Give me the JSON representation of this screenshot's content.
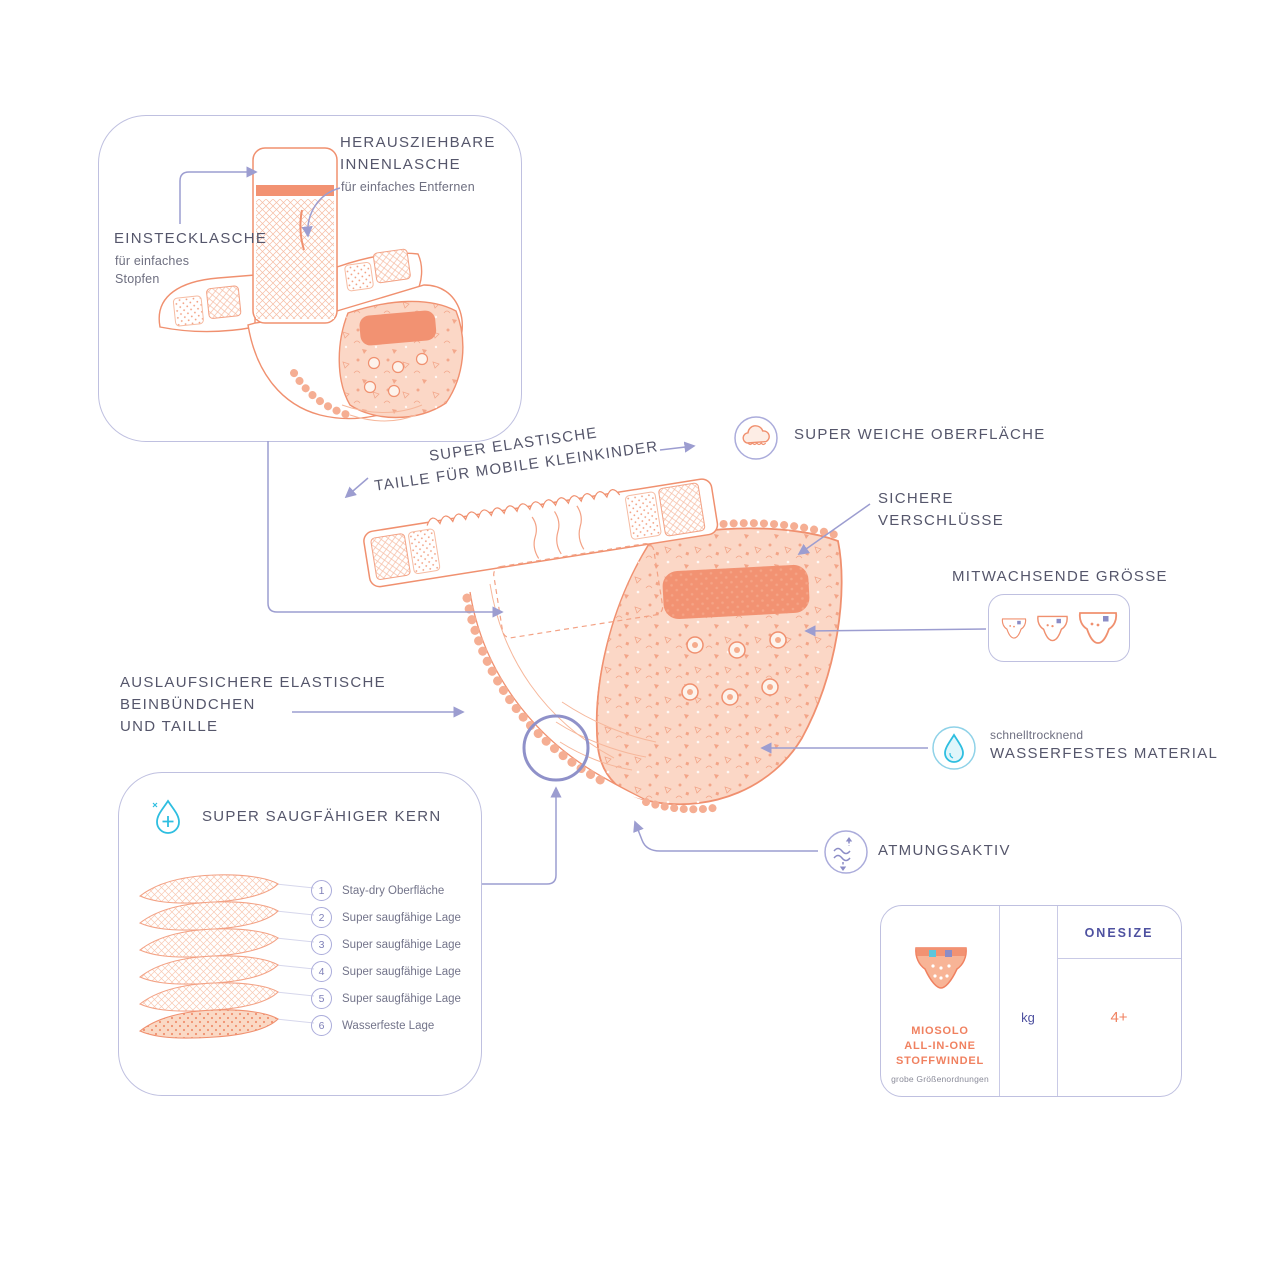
{
  "colors": {
    "coral": "#F0906F",
    "coral_dark": "#F08160",
    "coral_fill": "#FBD7C6",
    "lavender": "#9C9DD0",
    "lavender_light": "#BFC0E0",
    "indigo": "#4E51A0",
    "teal": "#2EBEE0",
    "text": "#55566B",
    "text_soft": "#6E6F80"
  },
  "insert_panel": {
    "pullout_title_line1": "HERAUSZIEHBARE",
    "pullout_title_line2": "INNENLASCHE",
    "pullout_subtitle": "für einfaches Entfernen",
    "tuck_title": "EINSTECKLASCHE",
    "tuck_subtitle_line1": "für einfaches",
    "tuck_subtitle_line2": "Stopfen"
  },
  "callouts": {
    "elastic_waist_line1": "SUPER ELASTISCHE",
    "elastic_waist_line2": "TAILLE FÜR MOBILE KLEINKINDER",
    "soft_surface": "SUPER WEICHE OBERFLÄCHE",
    "secure_closures_line1": "SICHERE",
    "secure_closures_line2": "VERSCHLÜSSE",
    "grow_size": "MITWACHSENDE GRÖSSE",
    "leakproof_line1": "AUSLAUFSICHERE ELASTISCHE",
    "leakproof_line2": "BEINBÜNDCHEN",
    "leakproof_line3": "UND TAILLE",
    "waterproof_note": "schnelltrocknend",
    "waterproof": "WASSERFESTES MATERIAL",
    "breathable": "ATMUNGSAKTIV"
  },
  "core_panel": {
    "title": "SUPER SAUGFÄHIGER KERN",
    "layers": [
      {
        "num": "1",
        "label": "Stay-dry Oberfläche"
      },
      {
        "num": "2",
        "label": "Super saugfähige Lage"
      },
      {
        "num": "3",
        "label": "Super saugfähige Lage"
      },
      {
        "num": "4",
        "label": "Super saugfähige Lage"
      },
      {
        "num": "5",
        "label": "Super saugfähige Lage"
      },
      {
        "num": "6",
        "label": "Wasserfeste Lage"
      }
    ]
  },
  "spec_table": {
    "size_header": "ONESIZE",
    "unit_label": "kg",
    "size_value": "4+",
    "product_name_line1": "MIOSOLO",
    "product_name_line2": "ALL-IN-ONE",
    "product_name_line3": "STOFFWINDEL",
    "footnote": "grobe Größenordnungen"
  },
  "icons": {
    "soft_surface": "cloud-icon",
    "waterproof": "water-drop-icon",
    "breathable": "airflow-icon",
    "absorbent_core": "drop-plus-icon",
    "grow_size": "mini-diaper-icons"
  }
}
